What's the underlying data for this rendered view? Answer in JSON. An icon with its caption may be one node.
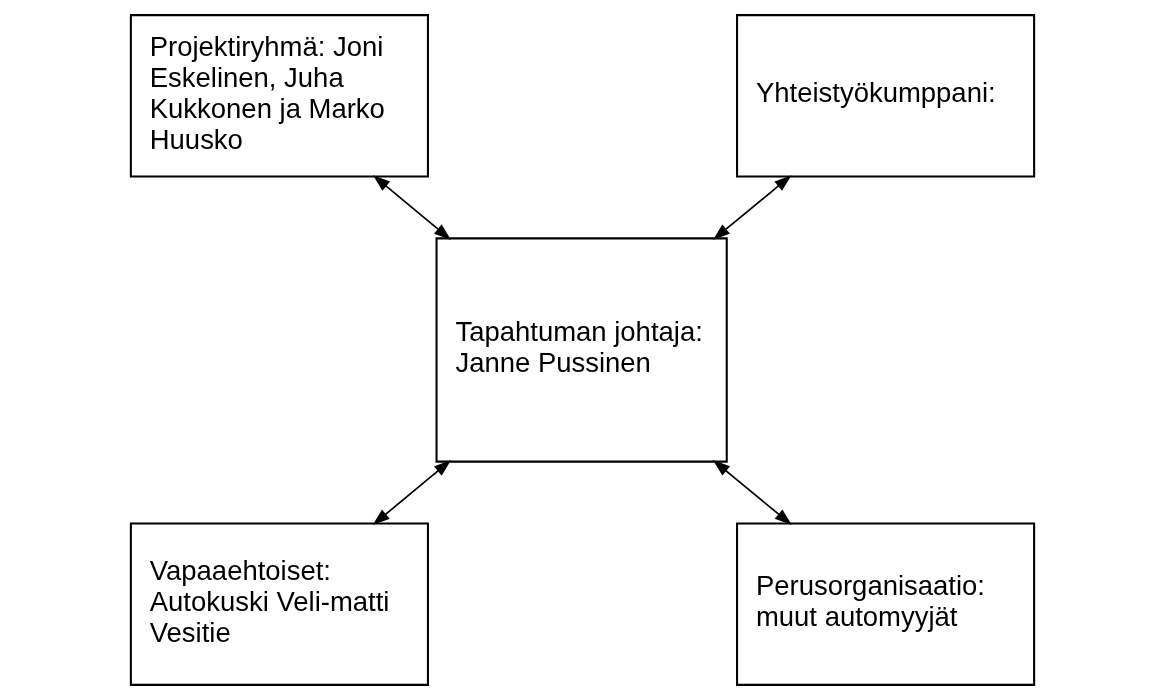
{
  "diagram": {
    "nodes": [
      {
        "text": [
          "Projektiryhmä: Joni Eskelinen, Juha Kukkonen ja Marko Huusko"
        ]
      },
      {
        "text": [
          "Yhteistyökumppani:"
        ]
      },
      {
        "text": [
          "Tapahtuman johtaja: Janne Pussinen"
        ]
      },
      {
        "text": [
          "Vapaaehtoiset: Autokuski Veli-matti Vesitie"
        ]
      },
      {
        "text": [
          "Perusorganisaatio: muut automyyjät"
        ]
      }
    ],
    "edges": [
      {
        "from": 0,
        "to": 2,
        "arrow": "both"
      },
      {
        "from": 1,
        "to": 2,
        "arrow": "both"
      },
      {
        "from": 2,
        "to": 3,
        "arrow": "both"
      },
      {
        "from": 2,
        "to": 4,
        "arrow": "both"
      }
    ]
  }
}
